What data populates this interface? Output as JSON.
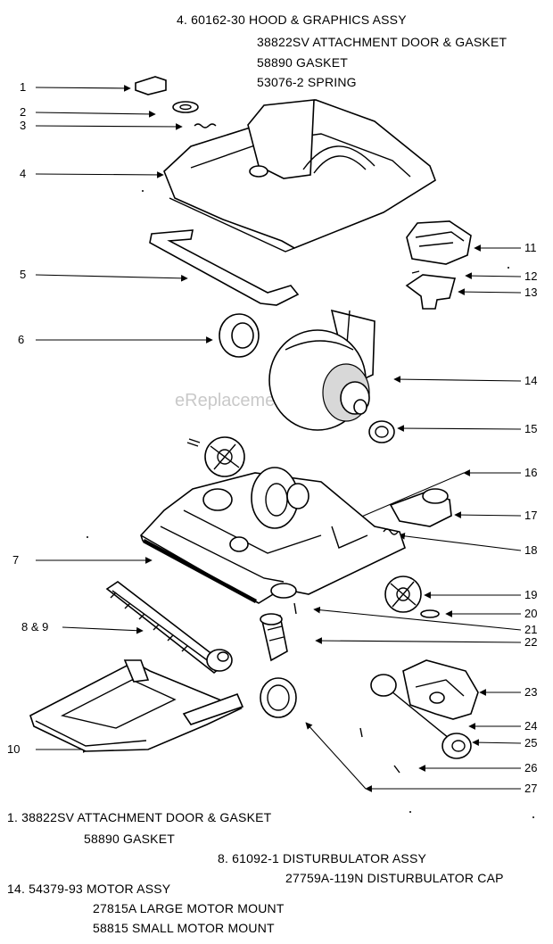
{
  "header_notes": [
    "4. 60162-30 HOOD & GRAPHICS ASSY",
    "38822SV ATTACHMENT DOOR & GASKET",
    "58890 GASKET",
    "53076-2 SPRING"
  ],
  "watermark": "eReplacementParts.com",
  "callouts": {
    "c1": "1",
    "c2": "2",
    "c3": "3",
    "c4": "4",
    "c5": "5",
    "c6": "6",
    "c7": "7",
    "c89": "8 & 9",
    "c10": "10",
    "c11": "11",
    "c12": "12",
    "c13": "13",
    "c14": "14",
    "c15": "15",
    "c16": "16",
    "c17": "17",
    "c18": "18",
    "c19": "19",
    "c20": "20",
    "c21": "21",
    "c22": "22",
    "c23": "23",
    "c24": "24",
    "c25": "25",
    "c26": "26",
    "c27": "27"
  },
  "footer_notes": {
    "n1a": "1. 38822SV ATTACHMENT DOOR & GASKET",
    "n1b": "58890 GASKET",
    "n8a": "8. 61092-1 DISTURBULATOR ASSY",
    "n8b": "27759A-119N DISTURBULATOR CAP",
    "n14a": "14. 54379-93 MOTOR ASSY",
    "n14b": "27815A LARGE MOTOR MOUNT",
    "n14c": "58815 SMALL MOTOR MOUNT"
  }
}
